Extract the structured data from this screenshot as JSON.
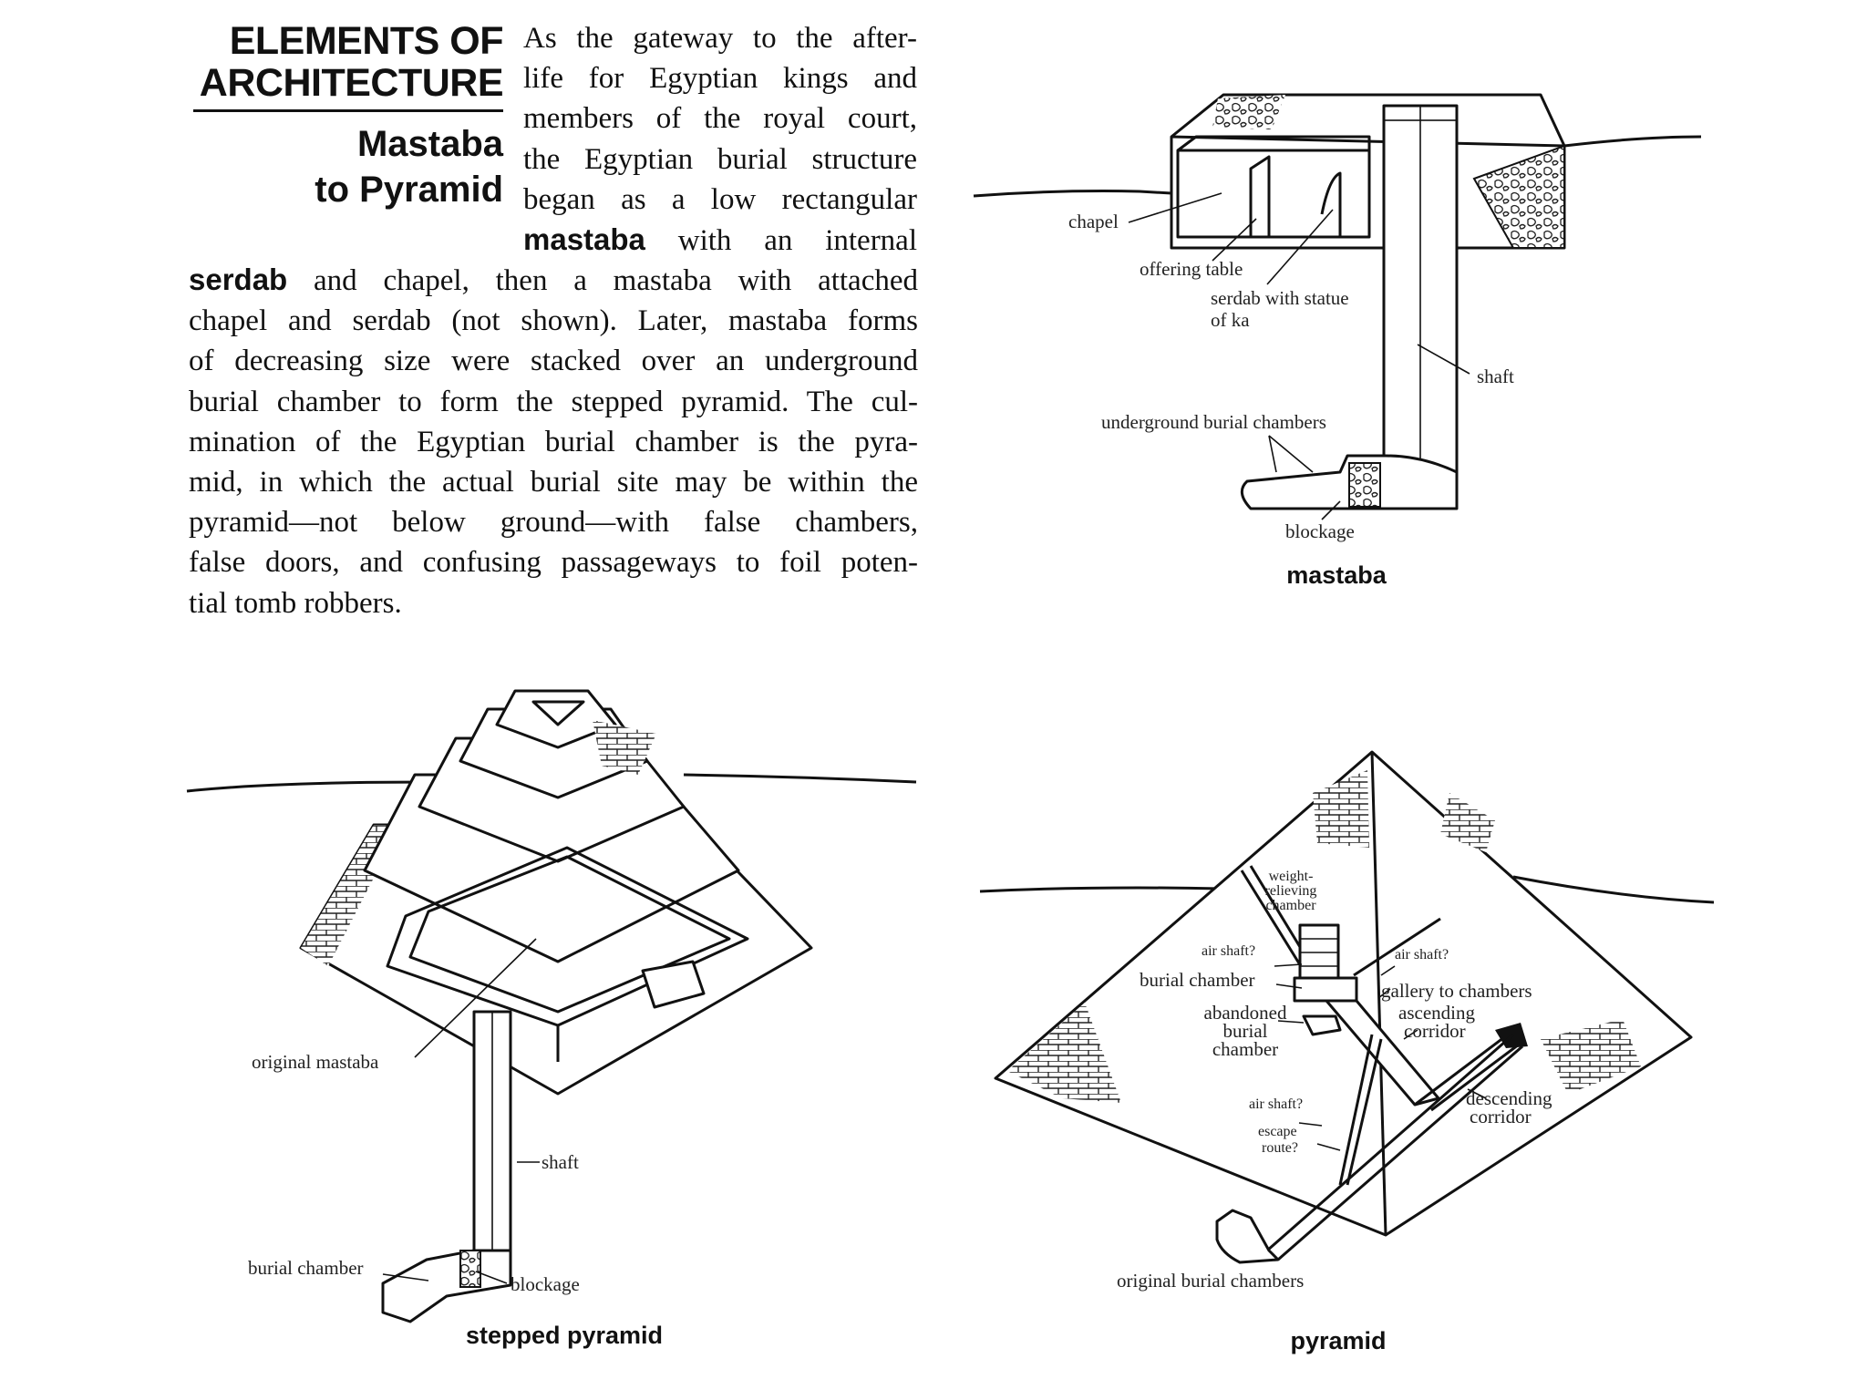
{
  "heading": {
    "line1": "ELEMENTS OF",
    "line2": "ARCHITECTURE",
    "sub1": "Mastaba",
    "sub2": "to Pyramid"
  },
  "intro_lines": [
    "As the gateway to the after-",
    "life for Egyptian kings and",
    "members of the royal court,",
    "the Egyptian burial structure",
    "began as a low rectangular"
  ],
  "intro_bold_word": "mastaba",
  "intro_line6_rest": " with an internal",
  "body_line1_bold": "serdab",
  "body_line1_rest": " and chapel, then a mastaba with attached",
  "body_lines": [
    "chapel and serdab (not shown). Later, mastaba forms",
    "of decreasing size were stacked over an underground",
    "burial chamber to form the stepped pyramid. The cul-",
    "mination of the Egyptian burial chamber is the pyra-",
    "mid, in which the actual burial site may be within the",
    "pyramid—not below ground—with false chambers,",
    "false doors, and confusing passageways to foil poten-",
    "tial tomb robbers."
  ],
  "mastaba": {
    "caption": "mastaba",
    "labels": {
      "chapel": "chapel",
      "offering_table": "offering table",
      "serdab_1": "serdab with statue",
      "serdab_2": "of ka",
      "shaft": "shaft",
      "underground": "underground burial chambers",
      "blockage": "blockage"
    }
  },
  "stepped": {
    "caption": "stepped pyramid",
    "labels": {
      "original_mastaba": "original mastaba",
      "shaft": "shaft",
      "burial_chamber": "burial chamber",
      "blockage": "blockage"
    }
  },
  "pyramid": {
    "caption": "pyramid",
    "labels": {
      "weight_1": "weight-",
      "weight_2": "relieving",
      "weight_3": "chamber",
      "air_shaft_left": "air shaft?",
      "air_shaft_right": "air shaft?",
      "burial_chamber": "burial chamber",
      "gallery": "gallery to chambers",
      "abandoned_1": "abandoned",
      "abandoned_2": "burial",
      "abandoned_3": "chamber",
      "ascending_1": "ascending",
      "ascending_2": "corridor",
      "descending_1": "descending",
      "descending_2": "corridor",
      "air_shaft_low": "air shaft?",
      "escape_1": "escape",
      "escape_2": "route?",
      "original": "original burial chambers"
    }
  }
}
